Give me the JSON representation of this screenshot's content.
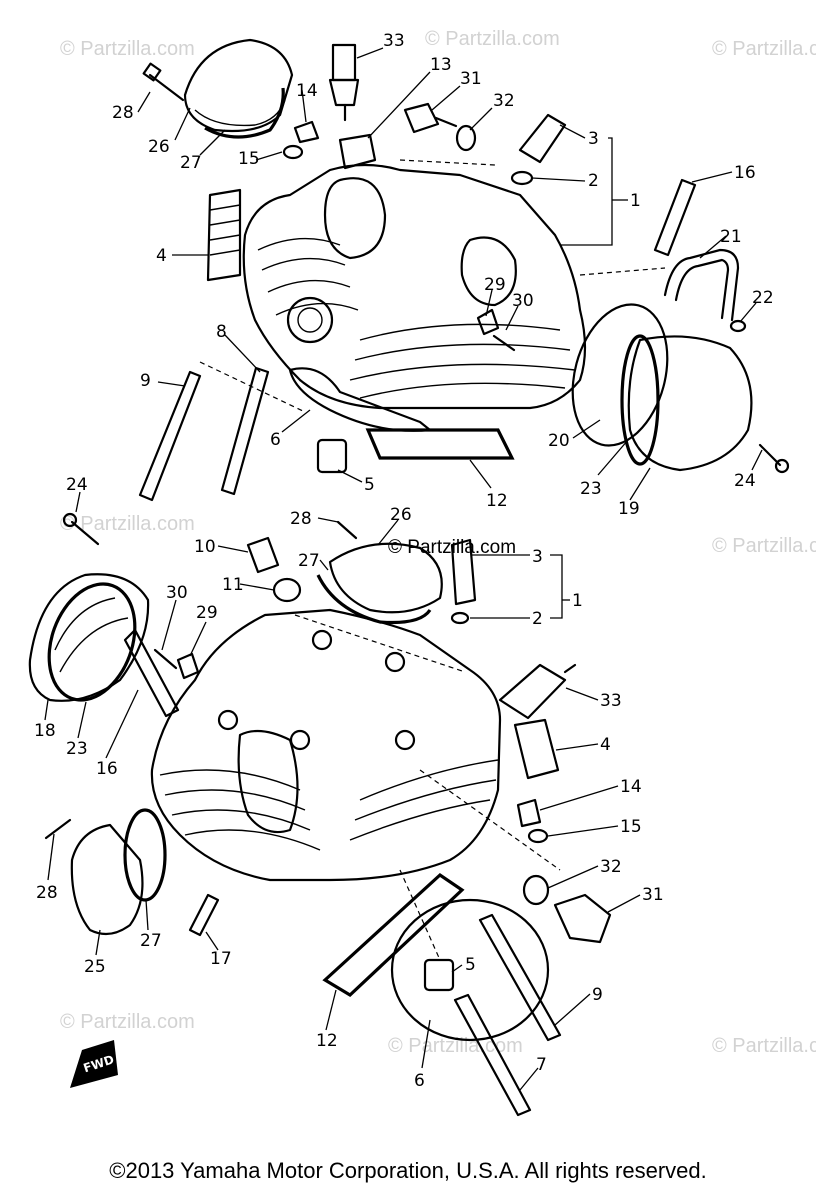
{
  "watermark": "© Partzilla.com",
  "center_watermark": "© Partzilla.com",
  "fwd_label": "FWD",
  "copyright": "©2013  Yamaha Motor Corporation, U.S.A. All rights reserved.",
  "callouts": {
    "top": [
      "33",
      "13",
      "31",
      "32",
      "3",
      "2",
      "1",
      "16",
      "14",
      "15",
      "28",
      "26",
      "27",
      "4",
      "29",
      "30",
      "21",
      "22",
      "8",
      "9",
      "6",
      "5",
      "12",
      "20",
      "23",
      "19",
      "24"
    ],
    "bottom": [
      "24",
      "10",
      "11",
      "28",
      "26",
      "27",
      "3",
      "2",
      "1",
      "30",
      "29",
      "18",
      "23",
      "16",
      "33",
      "4",
      "14",
      "15",
      "32",
      "31",
      "28",
      "27",
      "25",
      "17",
      "12",
      "5",
      "9",
      "6",
      "7"
    ]
  }
}
